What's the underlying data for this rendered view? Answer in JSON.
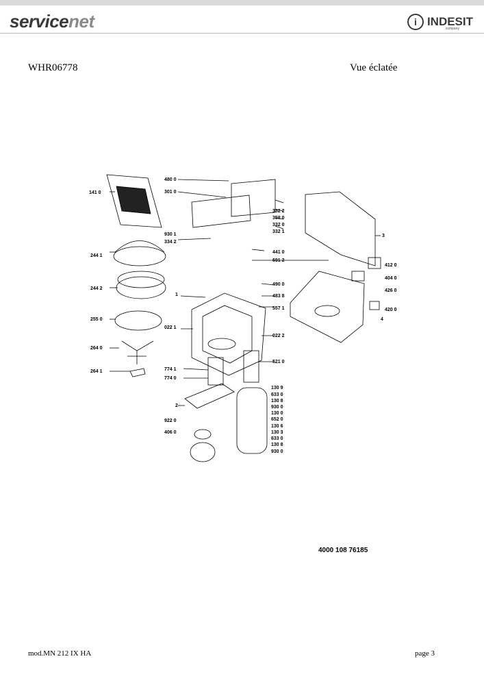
{
  "header": {
    "brand_left_a": "service",
    "brand_left_b": "net",
    "brand_right_mark": "i",
    "brand_right": "INDESIT",
    "brand_right_sub": "company"
  },
  "doc": {
    "model_code": "WHR06778",
    "view_title": "Vue éclatée",
    "part_code": "4000 108 76185",
    "footer_model": "mod.MN 212 IX HA",
    "footer_page": "page 3"
  },
  "labels": {
    "l480_0": "480 0",
    "l301_0": "301 0",
    "l141_0": "141 0",
    "l332_2": "332 2",
    "l358_0": "358 0",
    "l332_0": "332 0",
    "l332_1": "332 1",
    "l930_1": "930 1",
    "l334_2": "334 2",
    "l3": "3",
    "l441_0": "441 0",
    "l691_2": "691 2",
    "l412_0": "412 0",
    "l244_1": "244 1",
    "l404_0": "404 0",
    "l490_0": "490 0",
    "l244_2": "244 2",
    "l483_8": "483 8",
    "l426_0": "426 0",
    "l1": "1",
    "l557_1": "557 1",
    "l420_0": "420 0",
    "l4": "4",
    "l255_0": "255 0",
    "l022_1": "022 1",
    "l022_2": "022 2",
    "l264_0": "264 0",
    "l521_0": "521 0",
    "l774_1": "774 1",
    "l264_1": "264 1",
    "l774_0": "774 0",
    "l130_9": "130 9",
    "l633_0a": "633 0",
    "l130_8a": "130 8",
    "l2": "2",
    "l930_0a": "930 0",
    "l130_0": "130 0",
    "l922_0": "922 0",
    "l652_0": "652 0",
    "l130_6": "130 6",
    "l406_0": "406 0",
    "l130_3": "130 3",
    "l633_0b": "633 0",
    "l130_8b": "130 8",
    "l930_0b": "930 0"
  }
}
